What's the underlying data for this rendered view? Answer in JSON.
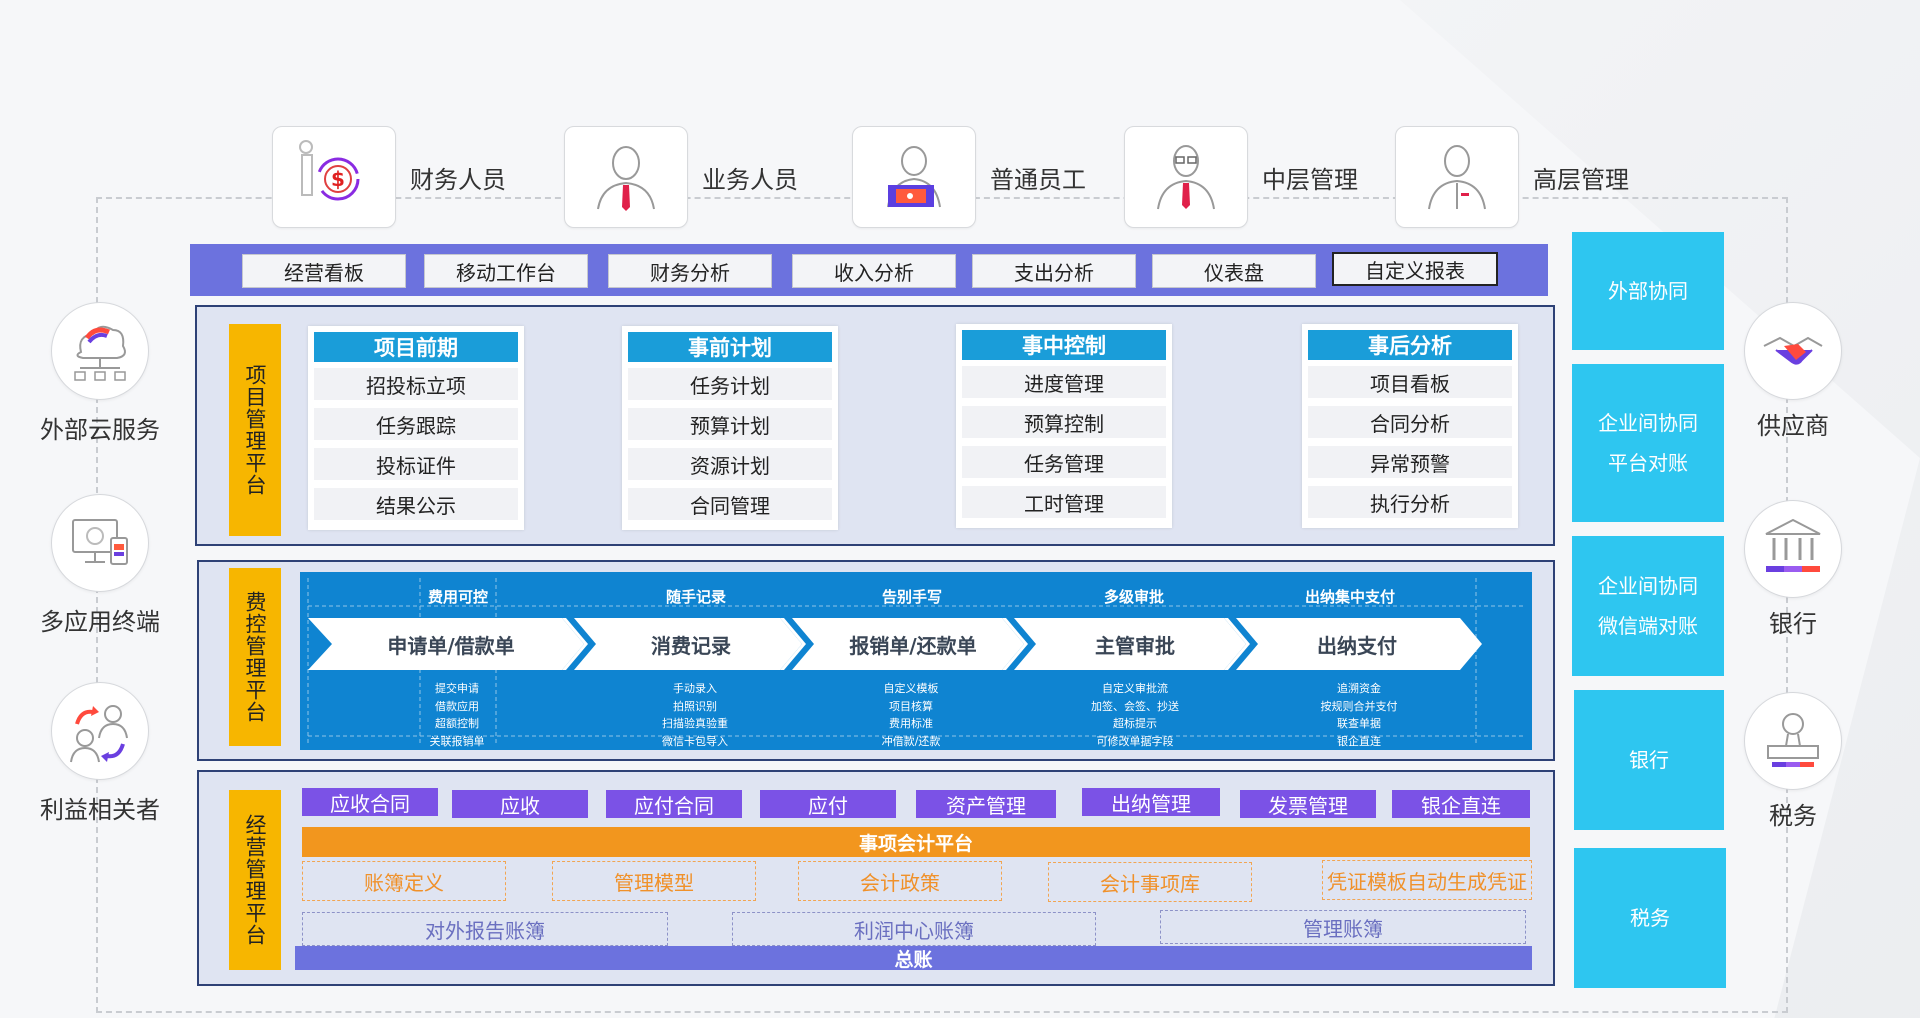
{
  "roles": [
    {
      "label": "财务人员",
      "icon": "finance-person-icon"
    },
    {
      "label": "业务人员",
      "icon": "business-person-icon"
    },
    {
      "label": "普通员工",
      "icon": "employee-icon"
    },
    {
      "label": "中层管理",
      "icon": "middle-manager-icon"
    },
    {
      "label": "高层管理",
      "icon": "senior-manager-icon"
    }
  ],
  "nav": [
    "经营看板",
    "移动工作台",
    "财务分析",
    "收入分析",
    "支出分析",
    "仪表盘",
    "自定义报表"
  ],
  "project_platform": {
    "label": "项目管理平台",
    "columns": [
      {
        "title": "项目前期",
        "items": [
          "招投标立项",
          "任务跟踪",
          "投标证件",
          "结果公示"
        ]
      },
      {
        "title": "事前计划",
        "items": [
          "任务计划",
          "预算计划",
          "资源计划",
          "合同管理"
        ]
      },
      {
        "title": "事中控制",
        "items": [
          "进度管理",
          "预算控制",
          "任务管理",
          "工时管理"
        ]
      },
      {
        "title": "事后分析",
        "items": [
          "项目看板",
          "合同分析",
          "异常预警",
          "执行分析"
        ]
      }
    ]
  },
  "expense_platform": {
    "label": "费控管理平台",
    "steps": [
      {
        "title": "费用可控",
        "name": "申请单/借款单",
        "subs": [
          "提交申请",
          "借款应用",
          "超额控制",
          "关联报销单"
        ]
      },
      {
        "title": "随手记录",
        "name": "消费记录",
        "subs": [
          "手动录入",
          "拍照识别",
          "扫描验真验重",
          "微信卡包导入"
        ]
      },
      {
        "title": "告别手写",
        "name": "报销单/还款单",
        "subs": [
          "自定义模板",
          "项目核算",
          "费用标准",
          "冲借款/还款"
        ]
      },
      {
        "title": "多级审批",
        "name": "主管审批",
        "subs": [
          "自定义审批流",
          "加签、会签、抄送",
          "超标提示",
          "可修改单据字段"
        ]
      },
      {
        "title": "出纳集中支付",
        "name": "出纳支付",
        "subs": [
          "追溯资金",
          "按规则合并支付",
          "联查单据",
          "银企直连"
        ]
      }
    ]
  },
  "business_platform": {
    "label": "经营管理平台",
    "tags": [
      "应收合同",
      "应收",
      "应付合同",
      "应付",
      "资产管理",
      "出纳管理",
      "发票管理",
      "银企直连"
    ],
    "accounting_platform": "事项会计平台",
    "orange_boxes": [
      "账簿定义",
      "管理模型",
      "会计政策",
      "会计事项库",
      "凭证模板自动生成凭证"
    ],
    "ledgers": [
      "对外报告账簿",
      "利润中心账簿",
      "管理账簿"
    ],
    "general_ledger": "总账"
  },
  "left_nodes": [
    "外部云服务",
    "多应用终端",
    "利益相关者"
  ],
  "right_boxes": [
    {
      "lines": [
        "外部协同"
      ]
    },
    {
      "lines": [
        "企业间协同",
        "平台对账"
      ]
    },
    {
      "lines": [
        "企业间协同",
        "微信端对账"
      ]
    },
    {
      "lines": [
        "银行"
      ]
    },
    {
      "lines": [
        "税务"
      ]
    }
  ],
  "right_nodes": [
    "供应商",
    "银行",
    "税务"
  ],
  "colors": {
    "nav": "#6c72de",
    "panel": "#dfe4f2",
    "vertical_label": "#f7b600",
    "column_head": "#1a9dd9",
    "expense_bg": "#0f84d1",
    "tag": "#7b52e6",
    "accounting": "#f2961e",
    "right_box": "#2ec6f0"
  }
}
